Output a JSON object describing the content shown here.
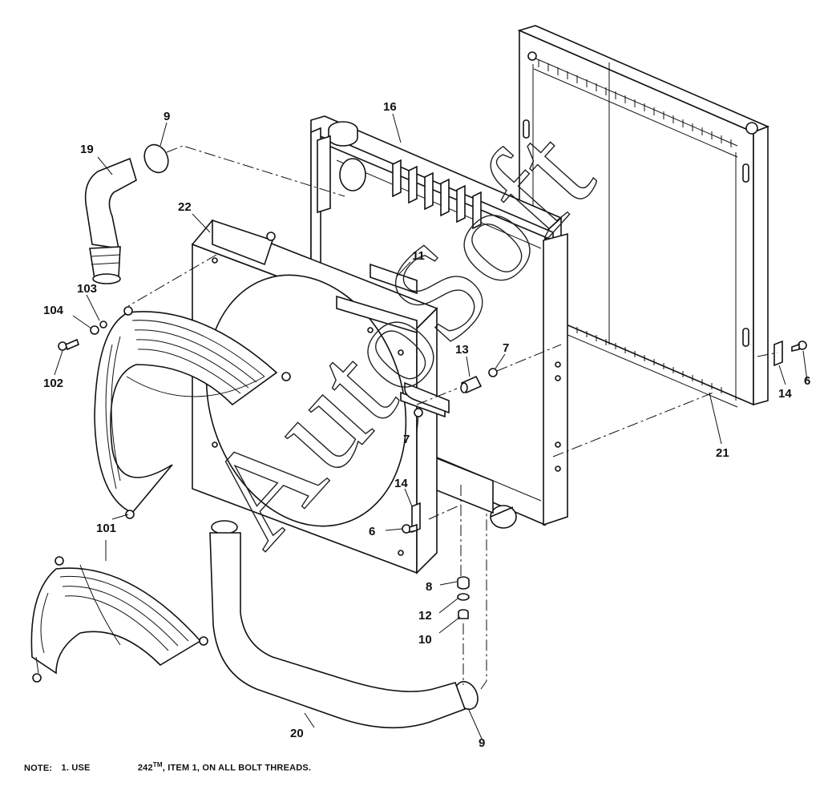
{
  "watermark": "AutoSoft",
  "callouts": [
    {
      "id": "c16",
      "text": "16"
    },
    {
      "id": "c9a",
      "text": "9"
    },
    {
      "id": "c19",
      "text": "19"
    },
    {
      "id": "c22",
      "text": "22"
    },
    {
      "id": "c11",
      "text": "11"
    },
    {
      "id": "c103",
      "text": "103"
    },
    {
      "id": "c104",
      "text": "104"
    },
    {
      "id": "c102",
      "text": "102"
    },
    {
      "id": "c13",
      "text": "13"
    },
    {
      "id": "c7a",
      "text": "7"
    },
    {
      "id": "c7b",
      "text": "7"
    },
    {
      "id": "c14a",
      "text": "14"
    },
    {
      "id": "c6a",
      "text": "6"
    },
    {
      "id": "c21",
      "text": "21"
    },
    {
      "id": "c14b",
      "text": "14"
    },
    {
      "id": "c6b",
      "text": "6"
    },
    {
      "id": "c101",
      "text": "101"
    },
    {
      "id": "c8",
      "text": "8"
    },
    {
      "id": "c12",
      "text": "12"
    },
    {
      "id": "c10",
      "text": "10"
    },
    {
      "id": "c20",
      "text": "20"
    },
    {
      "id": "c9b",
      "text": "9"
    }
  ],
  "note": {
    "prefix": "NOTE:",
    "item": "1. USE",
    "product": "242",
    "trademark": "TM",
    "rest": ", ITEM 1, ON ALL BOLT THREADS."
  }
}
